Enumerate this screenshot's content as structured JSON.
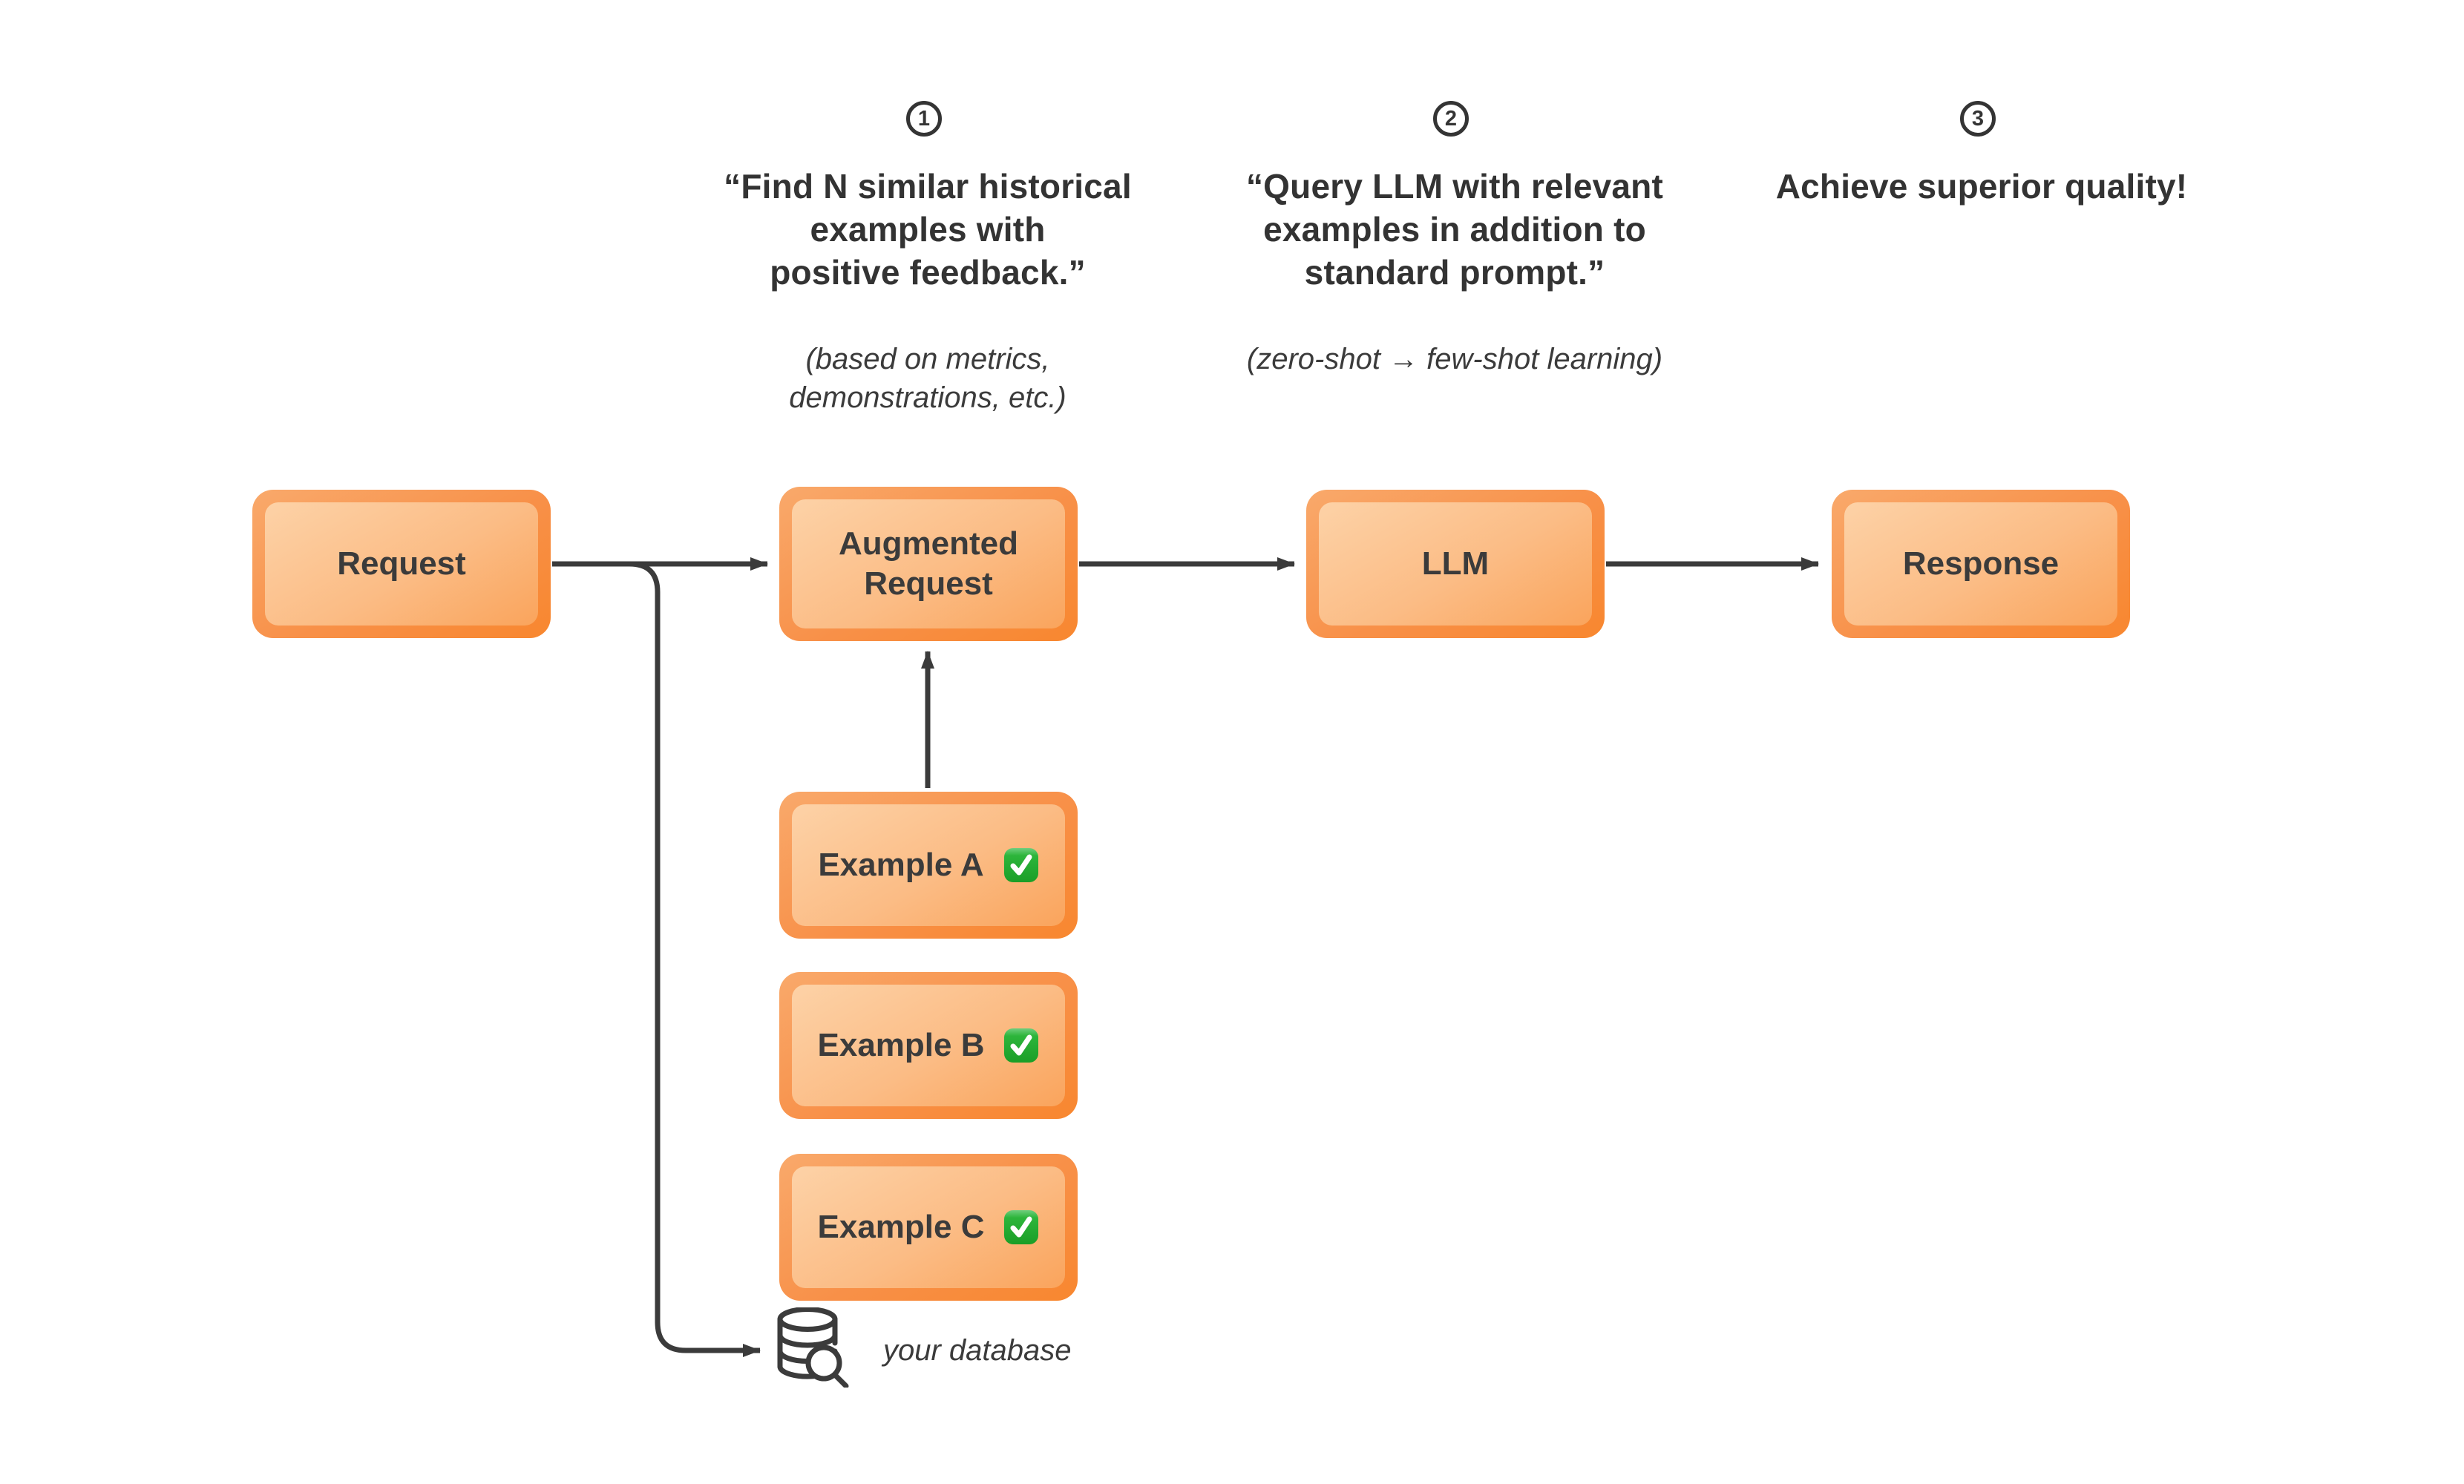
{
  "diagram": {
    "background": "#FFFFFF",
    "steps": [
      {
        "number": "1",
        "title_lines": [
          "“Find N similar historical",
          "examples with",
          "positive feedback.”"
        ],
        "note_lines": [
          "(based on metrics,",
          "demonstrations, etc.)"
        ]
      },
      {
        "number": "2",
        "title_lines": [
          "“Query LLM with relevant",
          "examples in addition to",
          "standard prompt.”"
        ],
        "note_lines": [
          "(zero-shot → few-shot learning)"
        ]
      },
      {
        "number": "3",
        "title_lines": [
          "Achieve superior quality!"
        ],
        "note_lines": []
      }
    ],
    "nodes": {
      "request": {
        "label": "Request"
      },
      "augmented_request": {
        "label_line1": "Augmented",
        "label_line2": "Request"
      },
      "llm": {
        "label": "LLM"
      },
      "response": {
        "label": "Response"
      },
      "example_a": {
        "label": "Example A",
        "status_icon": "green-checkmark-icon"
      },
      "example_b": {
        "label": "Example B",
        "status_icon": "green-checkmark-icon"
      },
      "example_c": {
        "label": "Example C",
        "status_icon": "green-checkmark-icon"
      }
    },
    "database": {
      "label": "your database",
      "icon": "database-search-icon"
    },
    "colors": {
      "box_border_gradient_start": "#F9A96B",
      "box_border_gradient_end": "#F8872F",
      "box_fill_gradient_start": "#FDD2A7",
      "box_fill_gradient_end": "#FAA45C",
      "arrow": "#3B3B3B",
      "heading_text": "#333333",
      "node_text": "#3B3B3B",
      "check_green": "#1EA32A"
    }
  }
}
